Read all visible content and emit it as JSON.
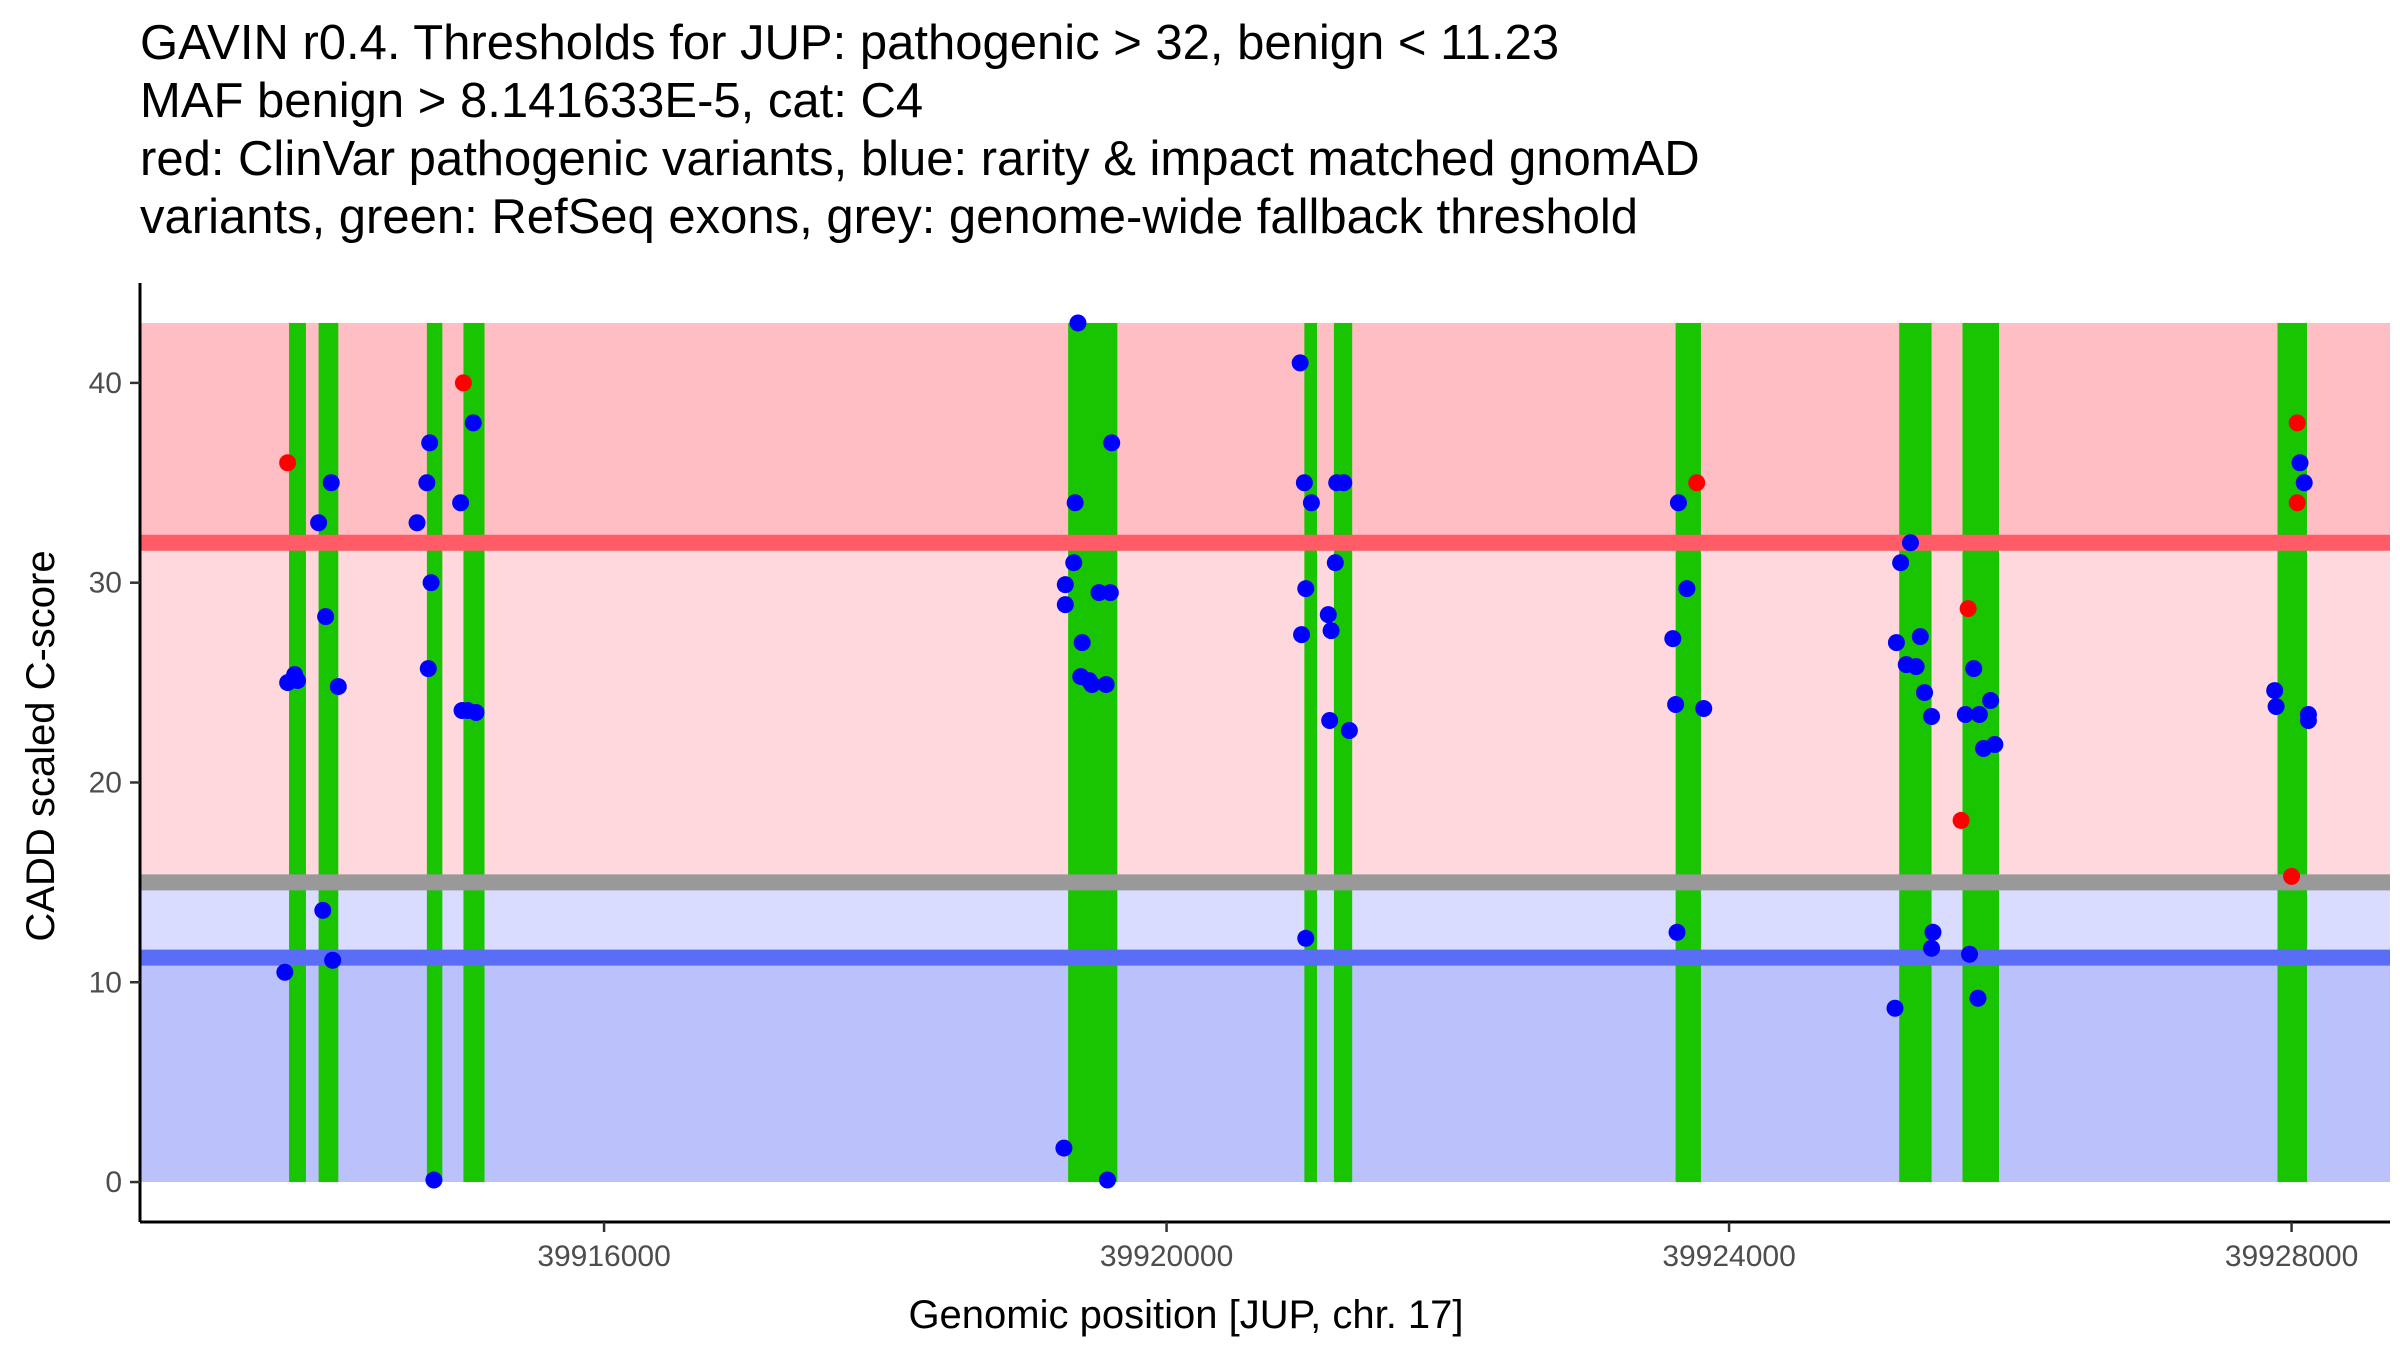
{
  "chart_data": {
    "type": "scatter",
    "title_lines": [
      "GAVIN r0.4. Thresholds for JUP: pathogenic > 32, benign < 11.23",
      "MAF benign > 8.141633E-5, cat: C4",
      "red: ClinVar pathogenic variants, blue: rarity & impact matched gnomAD",
      "variants, green: RefSeq exons, grey: genome-wide fallback threshold"
    ],
    "xlabel": "Genomic position [JUP, chr. 17]",
    "ylabel": "CADD scaled C-score",
    "xlim": [
      39912700,
      39928700
    ],
    "ylim": [
      -2,
      45
    ],
    "x_ticks": [
      39916000,
      39920000,
      39924000,
      39928000
    ],
    "y_ticks": [
      0,
      10,
      20,
      30,
      40
    ],
    "grid": false,
    "thresholds": {
      "pathogenic": 32,
      "benign": 11.23,
      "genome_wide_fallback": 15,
      "score_min": 0,
      "score_max": 43
    },
    "colors": {
      "pathogenic_band": "#ffbdc4",
      "intermediate_band": "#ffd8dd",
      "low_band": "#d9dcff",
      "benign_band": "#bbc1fa",
      "pathogenic_line": "#ff5c67",
      "fallback_line": "#999999",
      "benign_line": "#5a6df7",
      "exon": "#19c400",
      "clinvar": "#ff0000",
      "gnomad": "#0000ff"
    },
    "exons": [
      [
        39913760,
        39913880
      ],
      [
        39913970,
        39914110
      ],
      [
        39914740,
        39914850
      ],
      [
        39915000,
        39915150
      ],
      [
        39919300,
        39919650
      ],
      [
        39920980,
        39921070
      ],
      [
        39921190,
        39921320
      ],
      [
        39923620,
        39923800
      ],
      [
        39925210,
        39925440
      ],
      [
        39925660,
        39925920
      ],
      [
        39927900,
        39928110
      ]
    ],
    "series": [
      {
        "name": "ClinVar pathogenic variants",
        "color": "#ff0000",
        "points": [
          [
            39913750,
            36
          ],
          [
            39915000,
            40
          ],
          [
            39923770,
            35
          ],
          [
            39925700,
            28.7
          ],
          [
            39925650,
            18.1
          ],
          [
            39928040,
            38
          ],
          [
            39928040,
            34
          ],
          [
            39928000,
            15.3
          ]
        ]
      },
      {
        "name": "rarity & impact matched gnomAD variants",
        "color": "#0000ff",
        "points": [
          [
            39913730,
            10.5
          ],
          [
            39913750,
            25
          ],
          [
            39913800,
            25.4
          ],
          [
            39913820,
            25.1
          ],
          [
            39913970,
            33
          ],
          [
            39914020,
            28.3
          ],
          [
            39914000,
            13.6
          ],
          [
            39914060,
            35
          ],
          [
            39914070,
            11.1
          ],
          [
            39914110,
            24.8
          ],
          [
            39914670,
            33
          ],
          [
            39914740,
            35
          ],
          [
            39914760,
            37
          ],
          [
            39914750,
            25.7
          ],
          [
            39914770,
            30
          ],
          [
            39914790,
            0.1
          ],
          [
            39914980,
            34
          ],
          [
            39914990,
            23.6
          ],
          [
            39915030,
            23.6
          ],
          [
            39915070,
            38
          ],
          [
            39915090,
            23.5
          ],
          [
            39919270,
            1.7
          ],
          [
            39919280,
            29.9
          ],
          [
            39919280,
            28.9
          ],
          [
            39919340,
            31
          ],
          [
            39919350,
            34
          ],
          [
            39919370,
            43
          ],
          [
            39919400,
            27
          ],
          [
            39919390,
            25.3
          ],
          [
            39919450,
            25.1
          ],
          [
            39919470,
            24.9
          ],
          [
            39919520,
            29.5
          ],
          [
            39919570,
            24.9
          ],
          [
            39919580,
            0.1
          ],
          [
            39919600,
            29.5
          ],
          [
            39919610,
            37
          ],
          [
            39920950,
            41
          ],
          [
            39920960,
            27.4
          ],
          [
            39920990,
            29.7
          ],
          [
            39920980,
            35
          ],
          [
            39920990,
            12.2
          ],
          [
            39921030,
            34
          ],
          [
            39921150,
            28.4
          ],
          [
            39921160,
            23.1
          ],
          [
            39921170,
            27.6
          ],
          [
            39921200,
            31
          ],
          [
            39921210,
            35
          ],
          [
            39921260,
            35
          ],
          [
            39921300,
            22.6
          ],
          [
            39923600,
            27.2
          ],
          [
            39923620,
            23.9
          ],
          [
            39923630,
            12.5
          ],
          [
            39923640,
            34
          ],
          [
            39923700,
            29.7
          ],
          [
            39923820,
            23.7
          ],
          [
            39925180,
            8.7
          ],
          [
            39925190,
            27
          ],
          [
            39925220,
            31
          ],
          [
            39925260,
            25.9
          ],
          [
            39925290,
            32
          ],
          [
            39925330,
            25.8
          ],
          [
            39925360,
            27.3
          ],
          [
            39925390,
            24.5
          ],
          [
            39925440,
            23.3
          ],
          [
            39925450,
            12.5
          ],
          [
            39925440,
            11.7
          ],
          [
            39925680,
            23.4
          ],
          [
            39925710,
            11.4
          ],
          [
            39925740,
            25.7
          ],
          [
            39925770,
            9.2
          ],
          [
            39925780,
            23.4
          ],
          [
            39925810,
            21.7
          ],
          [
            39925860,
            24.1
          ],
          [
            39925890,
            21.9
          ],
          [
            39927880,
            24.6
          ],
          [
            39927890,
            23.8
          ],
          [
            39928060,
            36
          ],
          [
            39928090,
            35
          ],
          [
            39928120,
            23.4
          ],
          [
            39928120,
            23.1
          ]
        ]
      }
    ]
  }
}
